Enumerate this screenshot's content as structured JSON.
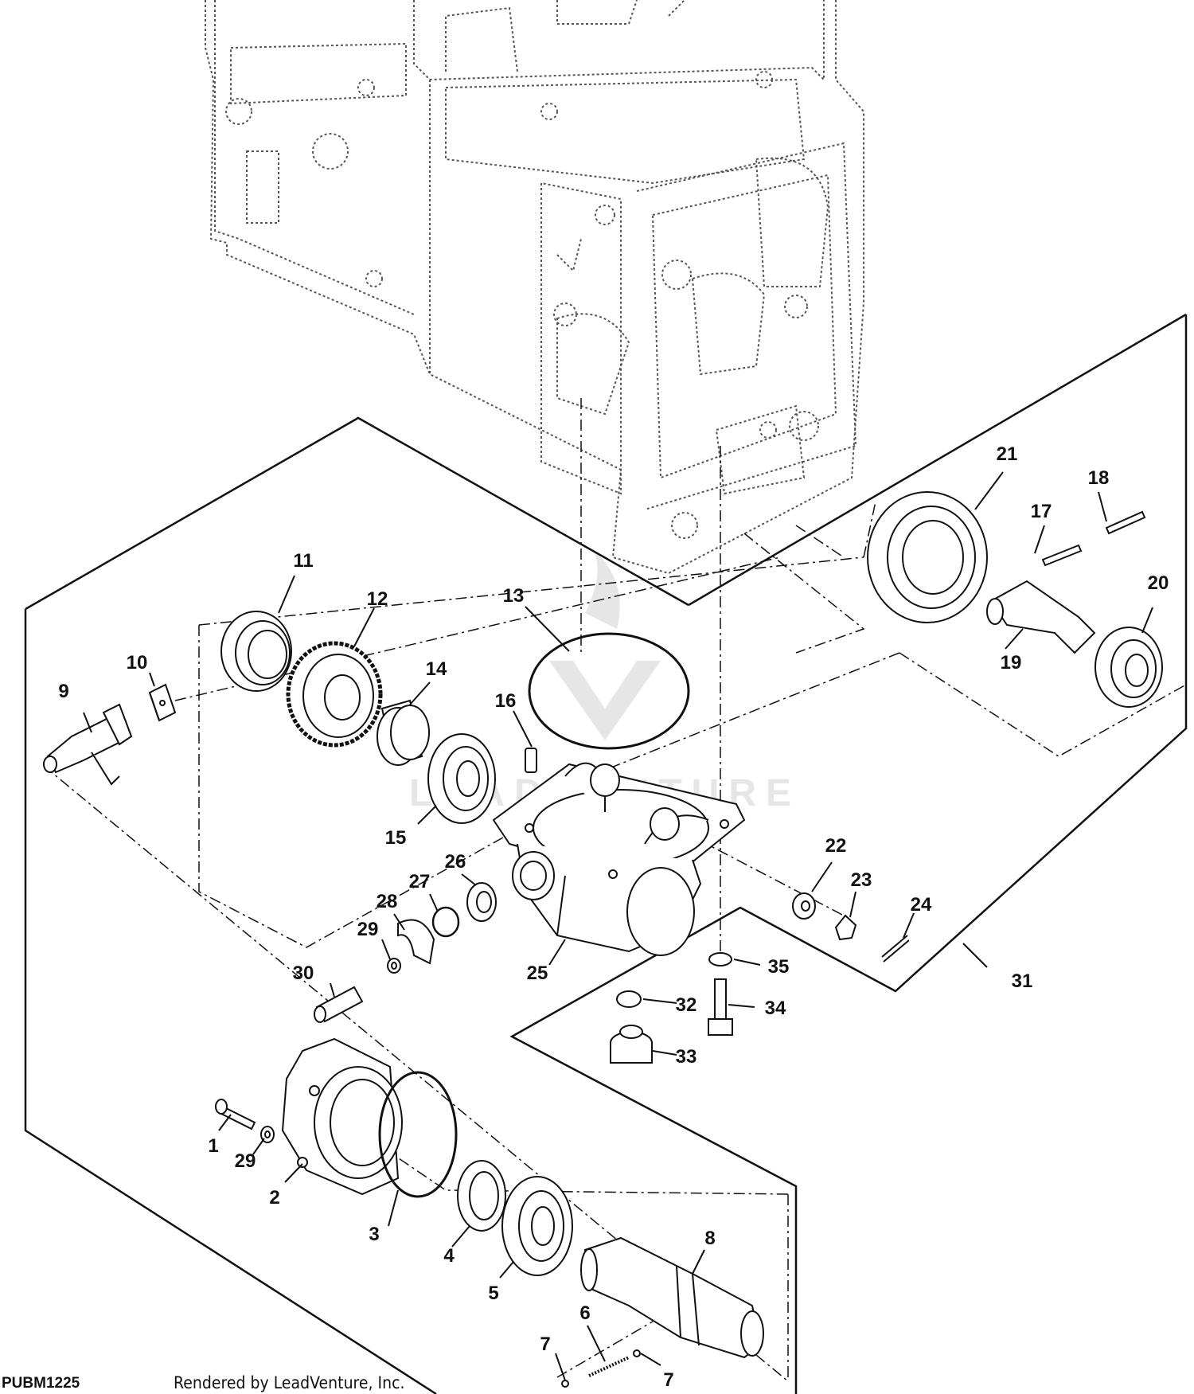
{
  "diagram": {
    "figure_code": "PUBM1225",
    "credit": "Rendered by LeadVenture, Inc.",
    "watermark": "LEADVENTURE",
    "line_color": "#111111",
    "ghost_color": "#555555",
    "watermark_color": "#e6e6e6",
    "callouts": [
      "1",
      "2",
      "3",
      "4",
      "5",
      "6",
      "7",
      "7",
      "8",
      "9",
      "10",
      "11",
      "12",
      "13",
      "14",
      "15",
      "16",
      "17",
      "18",
      "19",
      "20",
      "21",
      "22",
      "23",
      "24",
      "25",
      "26",
      "27",
      "28",
      "29",
      "29",
      "30",
      "31",
      "32",
      "33",
      "34",
      "35"
    ]
  }
}
